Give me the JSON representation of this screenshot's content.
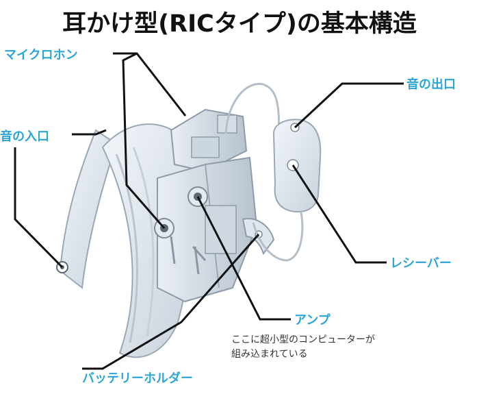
{
  "title": "耳かけ型(RICタイプ)の基本構造",
  "labels": {
    "microphone": "マイクロホン",
    "sound_inlet": "音の入口",
    "sound_outlet": "音の出口",
    "receiver": "レシーバー",
    "amplifier": "アンプ",
    "amplifier_note_line1": "ここに超小型のコンピューターが",
    "amplifier_note_line2": "組み込まれている",
    "battery_holder": "バッテリーホルダー"
  },
  "colors": {
    "label_blue": "#2aa6d6",
    "leader_line": "#111111",
    "device_body": "#dfe6ee",
    "device_edge": "#9aa7b4"
  }
}
